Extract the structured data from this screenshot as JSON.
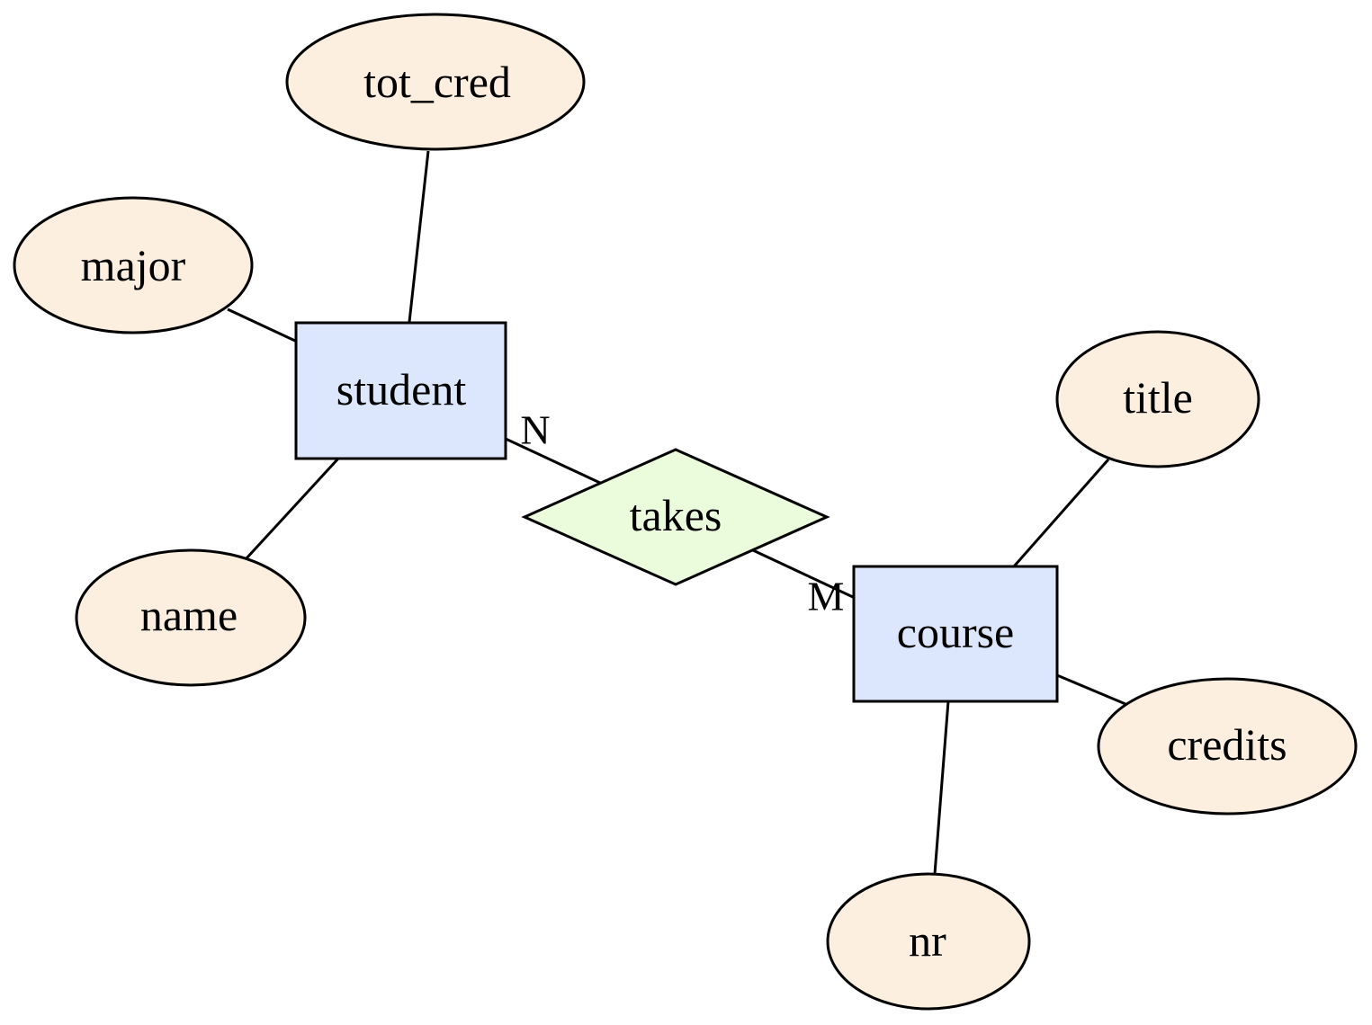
{
  "colors": {
    "entity_fill": "#dce6fd",
    "attribute_fill": "#fdefdf",
    "relationship_fill": "#ebfcdd",
    "stroke": "#000000"
  },
  "entities": {
    "student": "student",
    "course": "course"
  },
  "relationships": {
    "takes": "takes"
  },
  "attributes": {
    "tot_cred": "tot_cred",
    "major": "major",
    "name": "name",
    "title": "title",
    "credits": "credits",
    "nr": "nr"
  },
  "cardinality": {
    "student_side": "N",
    "course_side": "M"
  }
}
